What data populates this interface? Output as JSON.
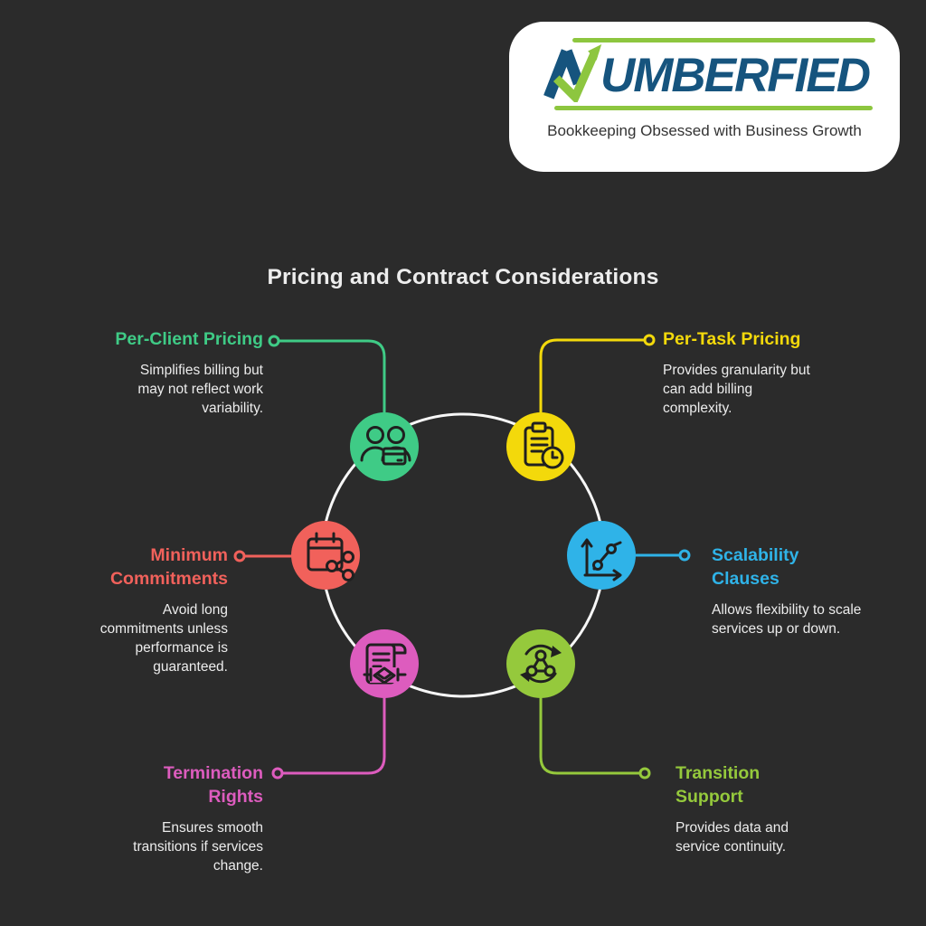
{
  "logo": {
    "brand": "NUMBERFIED",
    "brand_rest": "UMBERFIED",
    "tagline": "Bookkeeping Obsessed with Business Growth",
    "colors": {
      "accent_green": "#8dc63f",
      "brand_blue": "#16547e",
      "card_bg": "#ffffff",
      "tagline_text": "#333333"
    }
  },
  "title": {
    "text": "Pricing and Contract Considerations",
    "color": "#ededed"
  },
  "diagram": {
    "background_color": "#2b2b2b",
    "ring_color": "#f7f7f7",
    "icon_stroke": "#202020",
    "nodes": [
      {
        "id": "per-client-pricing",
        "position": "top-left",
        "color": "#3fcb86",
        "icon": "users-payment-icon",
        "label": "Per-Client Pricing",
        "description": "Simplifies billing but\nmay not reflect work\nvariability."
      },
      {
        "id": "per-task-pricing",
        "position": "top-right",
        "color": "#f3d90b",
        "icon": "clipboard-clock-icon",
        "label": "Per-Task Pricing",
        "description": "Provides granularity but\ncan add billing\ncomplexity."
      },
      {
        "id": "minimum-commitments",
        "position": "middle-left",
        "color": "#f1615b",
        "icon": "calendar-share-icon",
        "label": "Minimum\nCommitments",
        "description": "Avoid long\ncommitments unless\nperformance is\nguaranteed."
      },
      {
        "id": "scalability-clauses",
        "position": "middle-right",
        "color": "#2fb3e8",
        "icon": "growth-chart-icon",
        "label": "Scalability\nClauses",
        "description": "Allows flexibility to scale\nservices up or down."
      },
      {
        "id": "termination-rights",
        "position": "bottom-left",
        "color": "#dd5cbe",
        "icon": "contract-handshake-icon",
        "label": "Termination\nRights",
        "description": "Ensures smooth\ntransitions if services\nchange."
      },
      {
        "id": "transition-support",
        "position": "bottom-right",
        "color": "#95c93c",
        "icon": "transfer-network-icon",
        "label": "Transition\nSupport",
        "description": "Provides data and\nservice continuity."
      }
    ]
  }
}
